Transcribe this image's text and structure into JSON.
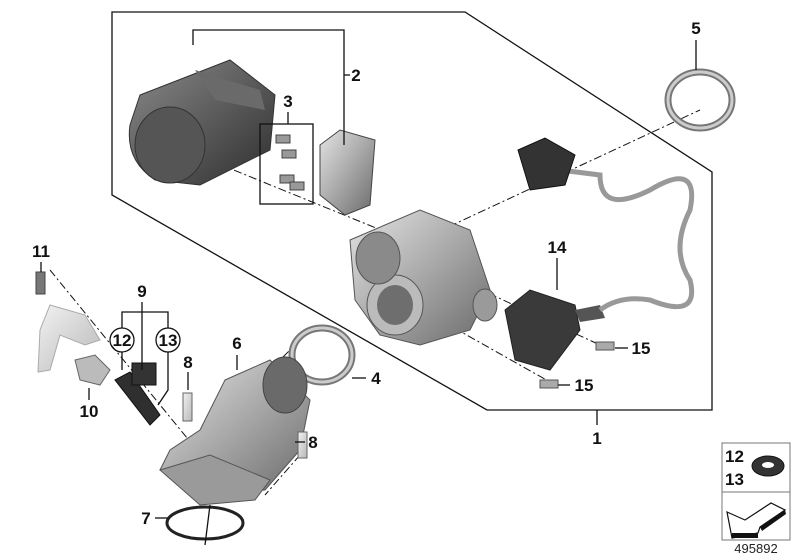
{
  "diagram": {
    "labels": {
      "p1": "1",
      "p2": "2",
      "p3": "3",
      "p4": "4",
      "p5": "5",
      "p6": "6",
      "p7": "7",
      "p8a": "8",
      "p8b": "8",
      "p9": "9",
      "p10": "10",
      "p11": "11",
      "p12": "12",
      "p13": "13",
      "p14": "14",
      "p15a": "15",
      "p15b": "15"
    },
    "legend": {
      "item_a": "12",
      "item_b": "13"
    },
    "diagram_number": "495892",
    "colors": {
      "part_dark": "#4a4a4a",
      "part_mid": "#8c8c8c",
      "part_light": "#c9c9c9",
      "line": "#111111"
    }
  }
}
